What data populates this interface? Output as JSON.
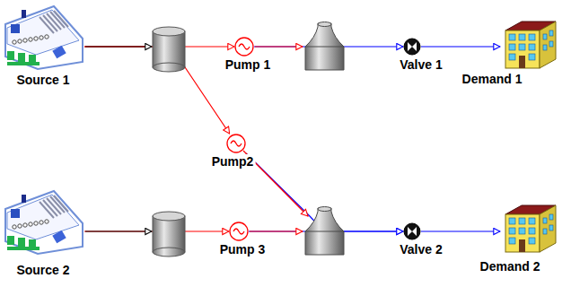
{
  "diagram": {
    "nodes": [
      {
        "text": [
          "Source 1"
        ]
      },
      {
        "text": [
          "Pump 1"
        ]
      },
      {
        "text": [
          "Valve 1"
        ]
      },
      {
        "text": [
          "Demand 1"
        ]
      },
      {
        "text": [
          "Pump2"
        ]
      },
      {
        "text": [
          "Source 2"
        ]
      },
      {
        "text": [
          "Pump 3"
        ]
      },
      {
        "text": [
          "Valve 2"
        ]
      },
      {
        "text": [
          "Demand 2"
        ]
      }
    ],
    "edges": [
      {
        "from": 0,
        "to": 1,
        "arrow": "to"
      },
      {
        "from": 1,
        "to": 2,
        "arrow": "to"
      },
      {
        "from": 2,
        "to": 3,
        "arrow": "to"
      },
      {
        "from": 0,
        "to": 4,
        "arrow": "to"
      },
      {
        "from": 4,
        "to": 7,
        "arrow": "to"
      },
      {
        "from": 5,
        "to": 6,
        "arrow": "to"
      },
      {
        "from": 6,
        "to": 7,
        "arrow": "to"
      },
      {
        "from": 7,
        "to": 8,
        "arrow": "to"
      }
    ]
  }
}
